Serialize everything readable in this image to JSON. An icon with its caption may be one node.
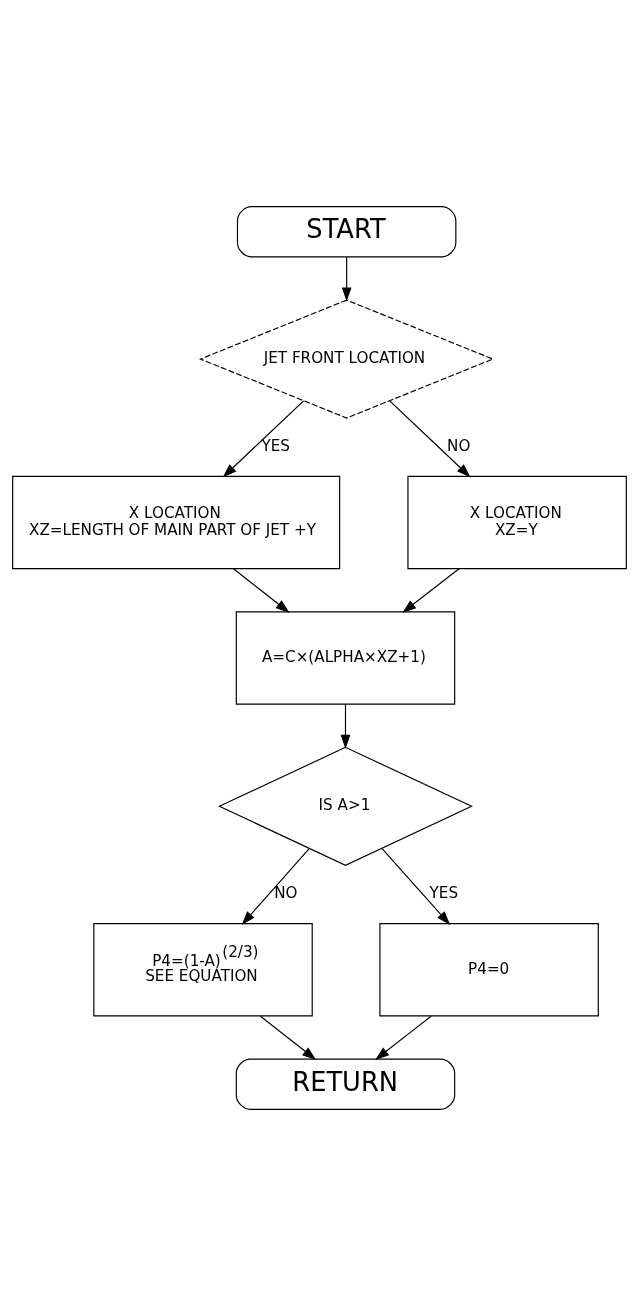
{
  "diagram": {
    "nodes": [
      {
        "text": [
          "START"
        ]
      },
      {
        "text": [
          "JET FRONT LOCATION"
        ]
      },
      {
        "text": [
          "X LOCATION",
          "XZ=LENGTH OF MAIN PART OF JET +Y"
        ]
      },
      {
        "text": [
          "X LOCATION",
          "XZ=Y"
        ]
      },
      {
        "text": [
          "A=C×(ALPHA×XZ+1)"
        ]
      },
      {
        "text": [
          "IS A>1"
        ]
      },
      {
        "text": [
          "P4=(1-A)$^{(2/3)}$",
          "SEE EQUATION"
        ]
      },
      {
        "text": [
          "P4=0"
        ]
      },
      {
        "text": [
          "RETURN"
        ]
      }
    ],
    "edges": [
      {
        "from": 0,
        "to": 1,
        "arrow": "to"
      },
      {
        "from": 1,
        "to": 2,
        "arrow": "to",
        "label": "YES"
      },
      {
        "from": 1,
        "to": 3,
        "arrow": "to",
        "label": "NO"
      },
      {
        "from": 2,
        "to": 4,
        "arrow": "to"
      },
      {
        "from": 3,
        "to": 4,
        "arrow": "to"
      },
      {
        "from": 4,
        "to": 5,
        "arrow": "to"
      },
      {
        "from": 5,
        "to": 6,
        "arrow": "to",
        "label": "NO"
      },
      {
        "from": 5,
        "to": 7,
        "arrow": "to",
        "label": "YES"
      },
      {
        "from": 6,
        "to": 8,
        "arrow": "to"
      },
      {
        "from": 7,
        "to": 8,
        "arrow": "to"
      }
    ]
  }
}
